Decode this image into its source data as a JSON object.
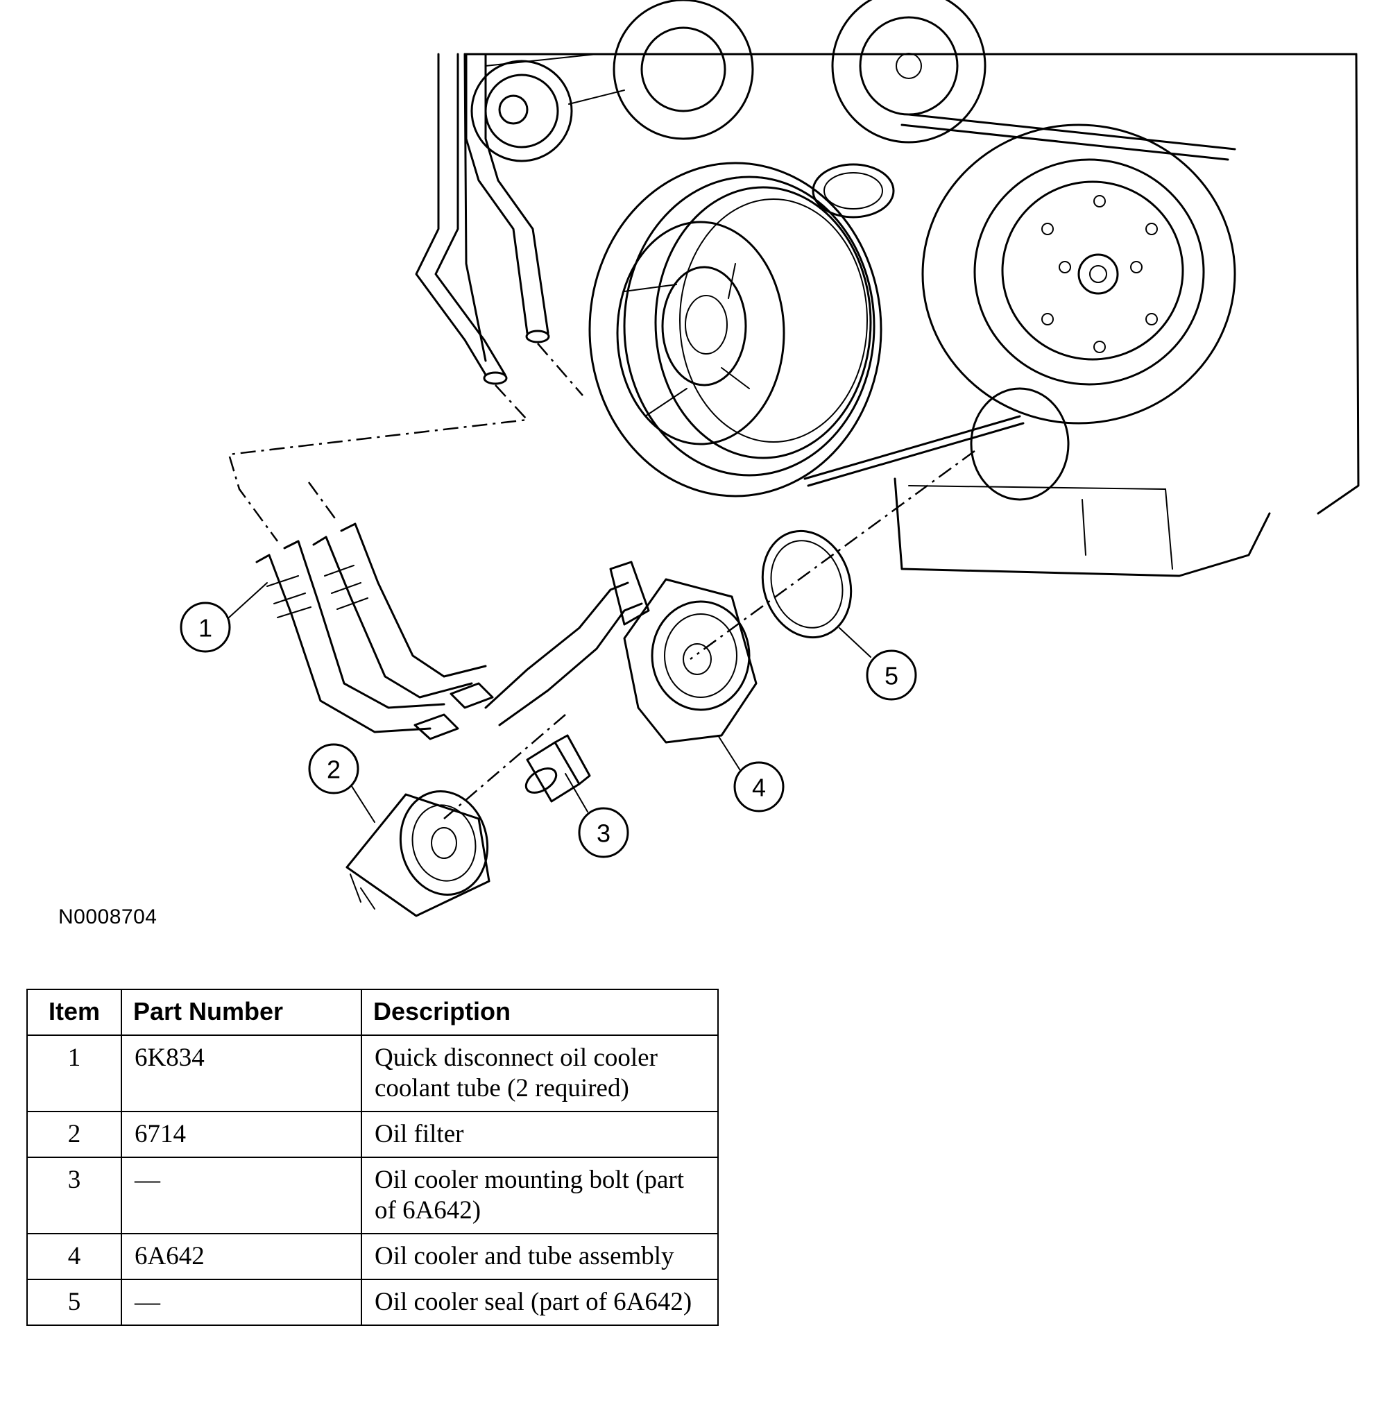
{
  "figure_id": "N0008704",
  "callouts": [
    "1",
    "2",
    "3",
    "4",
    "5"
  ],
  "table": {
    "headers": [
      "Item",
      "Part Number",
      "Description"
    ],
    "rows": [
      {
        "item": "1",
        "part": "6K834",
        "desc": "Quick disconnect oil cooler coolant tube (2 required)"
      },
      {
        "item": "2",
        "part": "6714",
        "desc": "Oil filter"
      },
      {
        "item": "3",
        "part": "—",
        "desc": "Oil cooler mounting bolt (part of 6A642)"
      },
      {
        "item": "4",
        "part": "6A642",
        "desc": "Oil cooler and tube assembly"
      },
      {
        "item": "5",
        "part": "—",
        "desc": "Oil cooler seal (part of 6A642)"
      }
    ]
  }
}
